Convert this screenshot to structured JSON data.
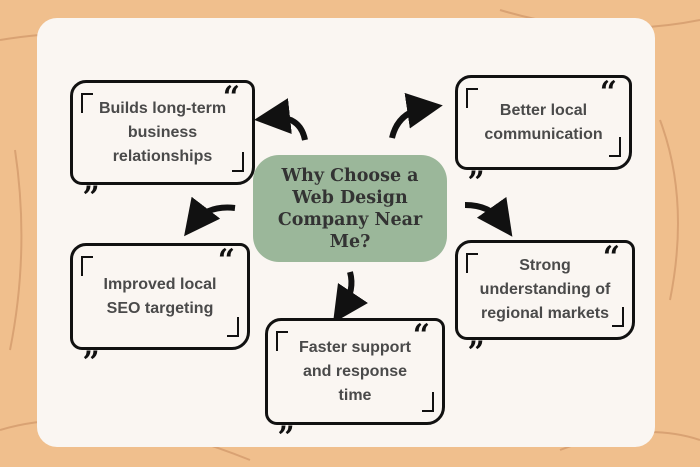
{
  "title": "Why Choose a Web Design Company Near Me?",
  "reasons": [
    "Builds long-term business relationships",
    "Better local communication",
    "Improved local SEO targeting",
    "Strong understanding of regional markets",
    "Faster support and response time"
  ],
  "colors": {
    "background": "#f0bf8d",
    "card": "#faf6f2",
    "center": "#9bb79a"
  }
}
